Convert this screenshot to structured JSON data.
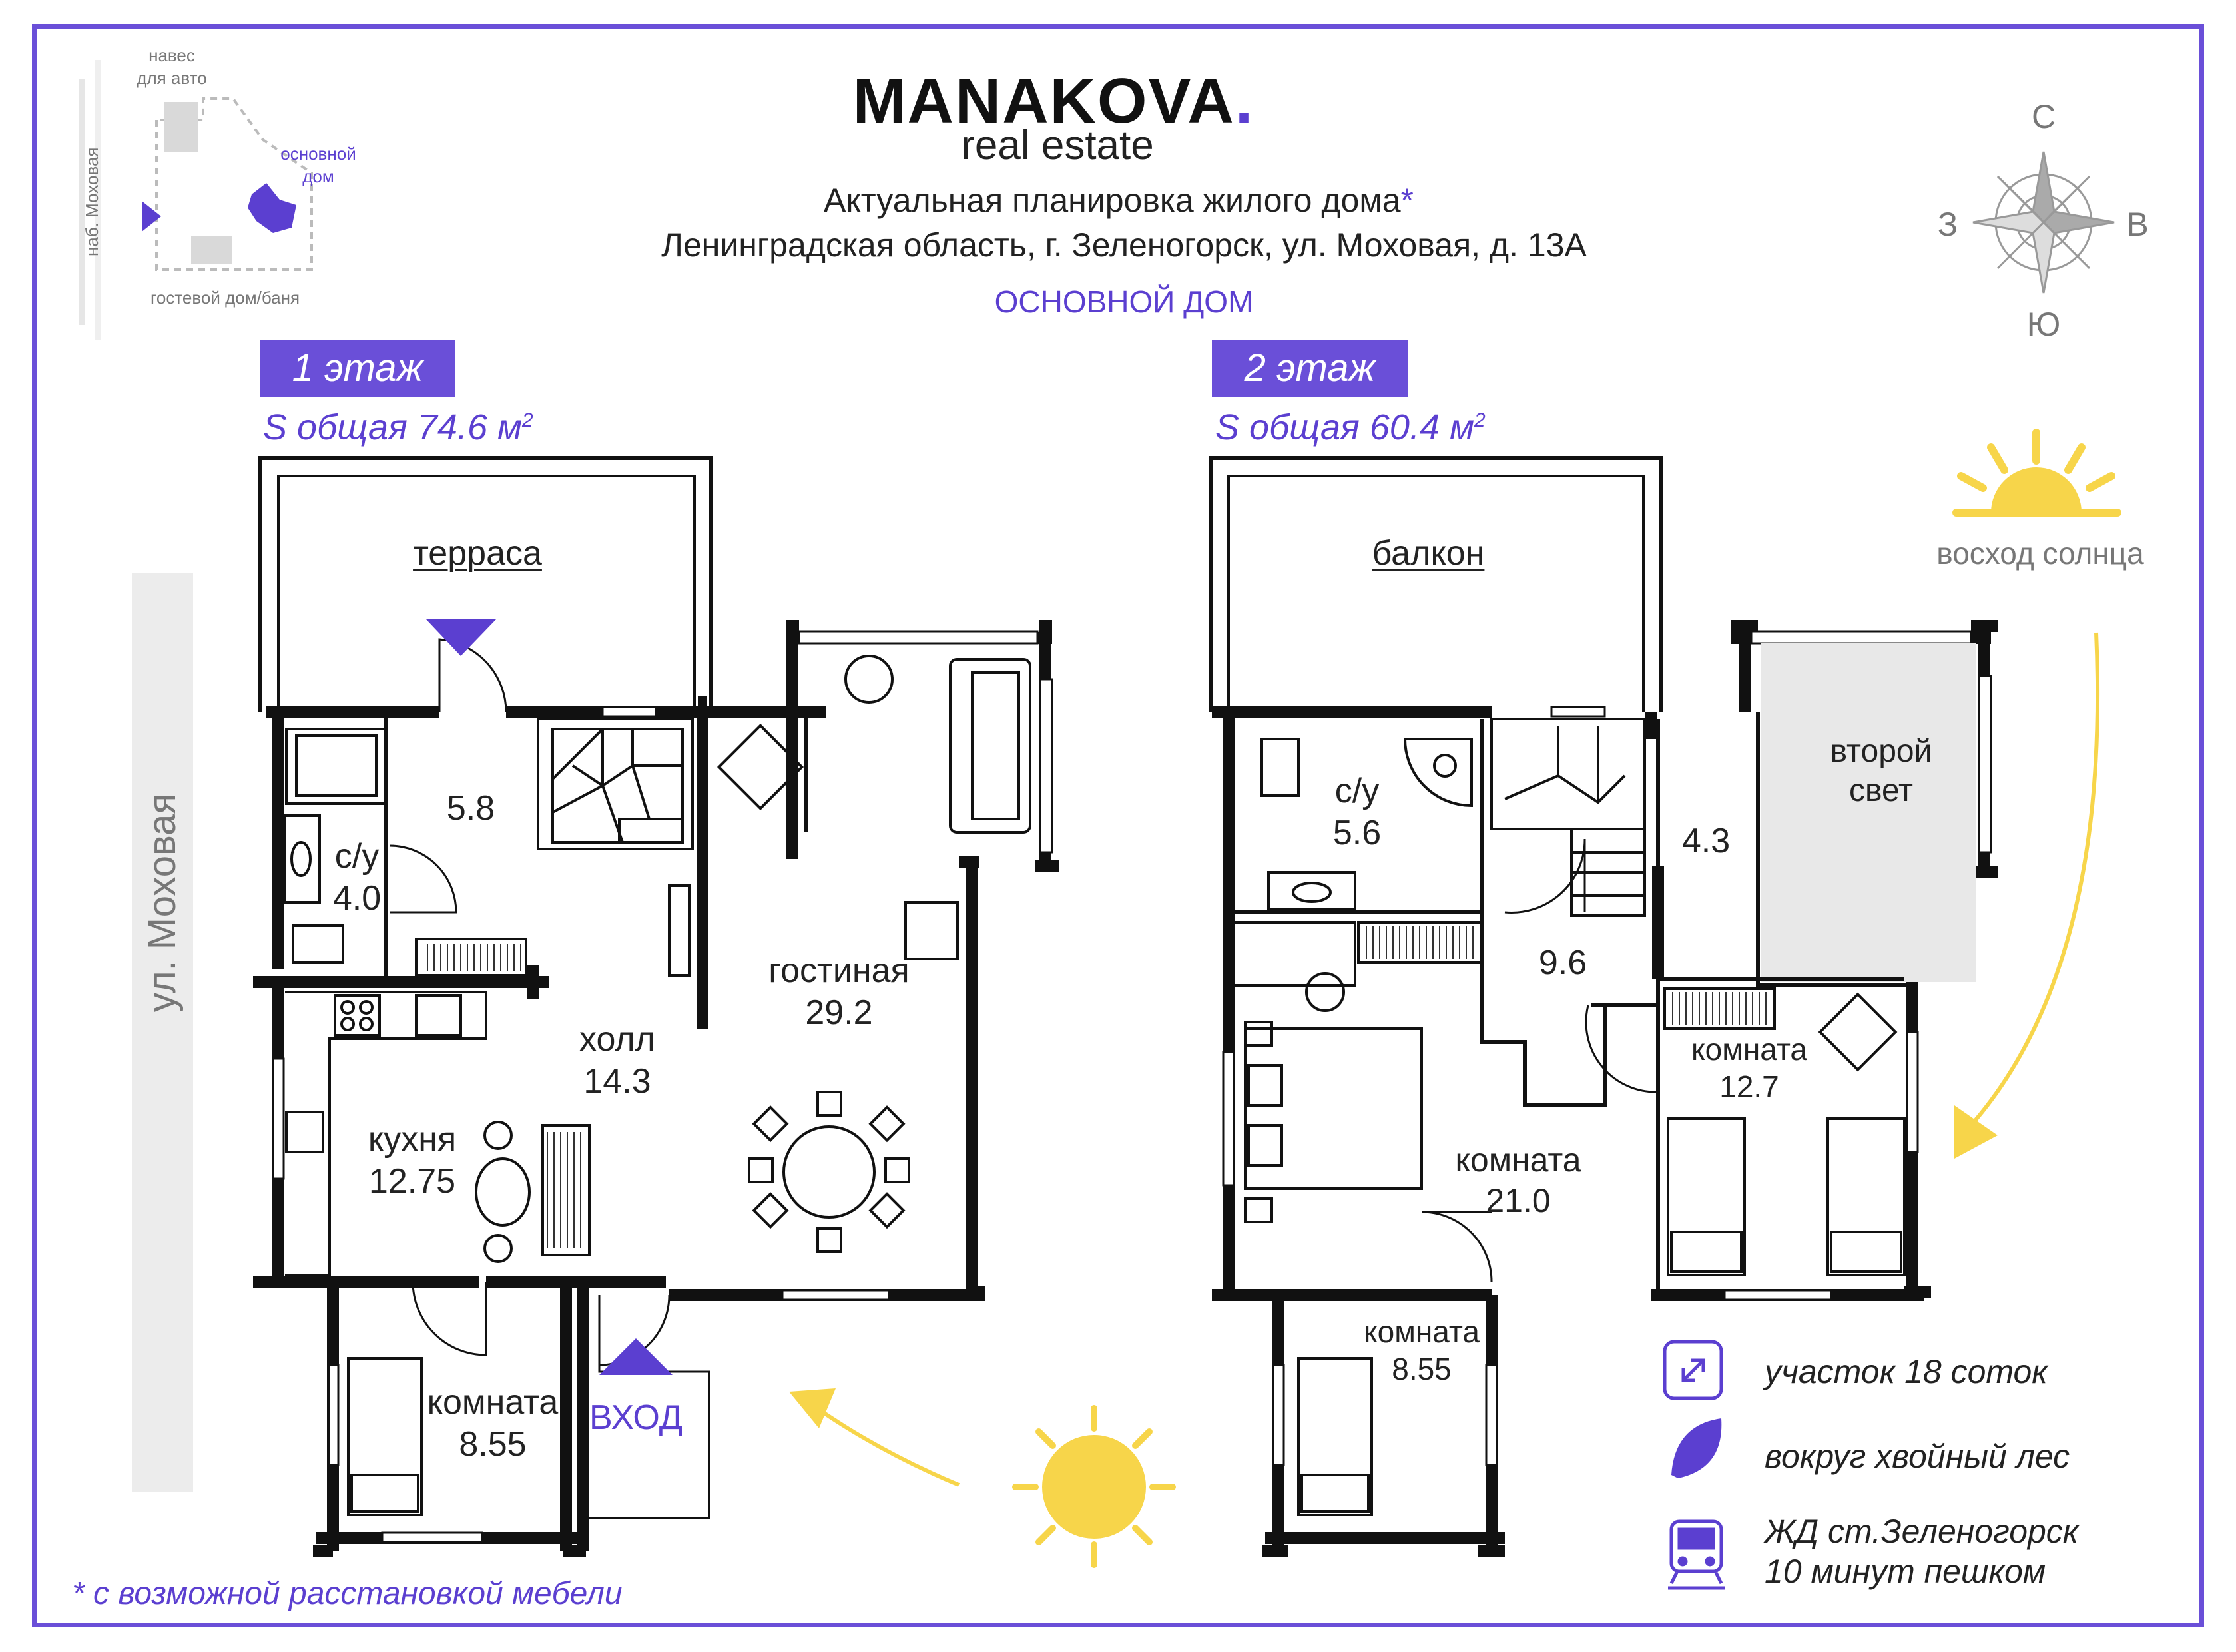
{
  "brand": {
    "name": "MANAKOVA",
    "dot": ".",
    "sub": "real estate"
  },
  "header": {
    "line1": "Актуальная  планировка жилого дома",
    "asterisk": "*",
    "line2": "Ленинградская область, г. Зеленогорск, ул. Моховая, д. 13А",
    "section": "ОСНОВНОЙ ДОМ"
  },
  "site_plan": {
    "canopy": "навес\nдля авто",
    "canopy_1": "навес",
    "canopy_2": "для авто",
    "main_house_1": "основной",
    "main_house_2": "дом",
    "guest": "гостевой дом/баня",
    "street": "наб. Моховая"
  },
  "street_label": "ул. Моховая",
  "compass": {
    "n": "С",
    "s": "Ю",
    "w": "З",
    "e": "В"
  },
  "sunrise": "восход солнца",
  "floor1": {
    "tab": "1 этаж",
    "area_prefix": "S общая 74.6 м",
    "area_sup": "2",
    "rooms": {
      "terrace": "терраса",
      "vestibule": "5.8",
      "wc_name": "с/у",
      "wc_area": "4.0",
      "hall_name": "холл",
      "hall_area": "14.3",
      "kitchen_name": "кухня",
      "kitchen_area": "12.75",
      "living_name": "гостиная",
      "living_area": "29.2",
      "room_name": "комната",
      "room_area": "8.55",
      "entrance": "ВХОД"
    }
  },
  "floor2": {
    "tab": "2 этаж",
    "area_prefix": "S общая 60.4 м",
    "area_sup": "2",
    "rooms": {
      "balcony": "балкон",
      "wc_name": "с/у",
      "wc_area": "5.6",
      "small": "4.3",
      "double_height_1": "второй",
      "double_height_2": "свет",
      "hall": "9.6",
      "room_a_name": "комната",
      "room_a_area": "12.7",
      "room_b_name": "комната",
      "room_b_area": "21.0",
      "room_c_name": "комната",
      "room_c_area": "8.55"
    }
  },
  "features": [
    {
      "icon": "expand-arrows-icon",
      "text": "участок 18 соток"
    },
    {
      "icon": "leaf-icon",
      "text": "вокруг хвойный лес"
    },
    {
      "icon": "train-icon",
      "text": "ЖД ст.Зеленогорск"
    }
  ],
  "feature_train_2": "10 минут пешком",
  "footnote": "* с возможной расстановкой мебели",
  "colors": {
    "accent": "#6a4fd8",
    "wall": "#111111",
    "sun": "#f7d54a",
    "shade": "#e8e8e8"
  }
}
